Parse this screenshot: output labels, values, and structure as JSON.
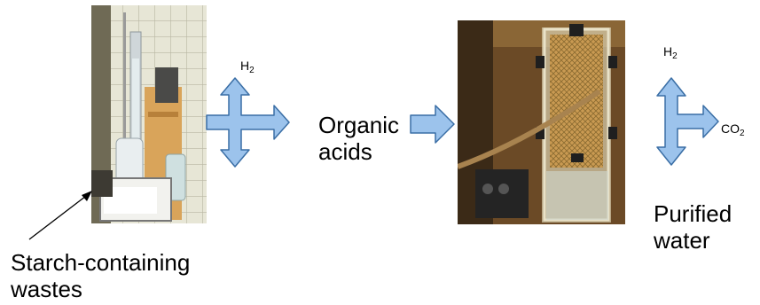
{
  "labels": {
    "starch": [
      "Starch-containing",
      "wastes"
    ],
    "organic": [
      "Organic",
      "acids"
    ],
    "purified": [
      "Purified",
      "water"
    ]
  },
  "chem": {
    "h2_left": {
      "base": "H",
      "sub": "2"
    },
    "h2_right": {
      "base": "H",
      "sub": "2"
    },
    "co2": {
      "base": "CO",
      "sub": "2"
    }
  },
  "colors": {
    "arrow_fill": "#9cc3ec",
    "arrow_stroke": "#3a6ea5",
    "pointer_line": "#000000"
  },
  "icons": {
    "photo_left": "fermentation-reactor-photo",
    "photo_right": "bioelectrochemical-cell-photo"
  }
}
